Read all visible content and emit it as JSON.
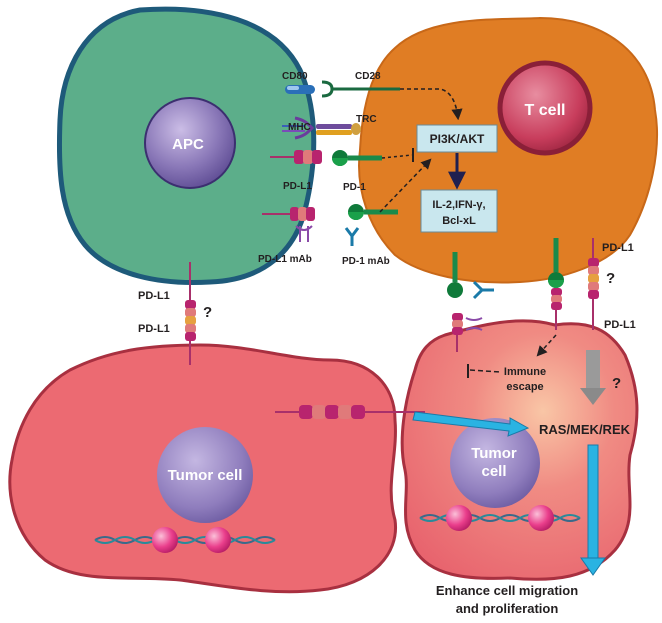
{
  "cells": {
    "apc": "APC",
    "t_cell": "T cell",
    "tumor_left": "Tumor cell",
    "tumor_right_line1": "Tumor",
    "tumor_right_line2": "cell"
  },
  "receptors": {
    "cd80": "CD80",
    "cd28": "CD28",
    "mhc": "MHC",
    "trc": "TRC",
    "pdl1_apc": "PD-L1",
    "pd1_t": "PD-1",
    "pdl1_mab": "PD-L1 mAb",
    "pd1_mab": "PD-1 mAb",
    "pdl1_top_right": "PD-L1",
    "pdl1_bottom_right": "PD-L1",
    "pdl1_left_top": "PD-L1",
    "pdl1_left_bottom": "PD-L1",
    "question_left": "?",
    "question_right": "?",
    "question_ras": "?"
  },
  "pathway": {
    "pi3k": "PI3K/AKT",
    "cytokines_line1": "IL-2,IFN-γ,",
    "cytokines_line2": "Bcl-xL",
    "immune_escape_line1": "Immune",
    "immune_escape_line2": "escape",
    "ras": "RAS/MEK/REK",
    "outcome_line1": "Enhance cell migration",
    "outcome_line2": "and proliferation"
  },
  "colors": {
    "apc_fill": "#5cae8a",
    "apc_border": "#1e5a7a",
    "apc_nucleus": "#7b6aa8",
    "tcell_fill": "#e07d24",
    "tcell_nucleus": "#c23a55",
    "tumor_fill": "#ec6a72",
    "tumor_border": "#a83040",
    "tumor_nucleus": "#8f79b8",
    "box_fill": "#c9e7ee",
    "arrow_blue": "#2ab3e2",
    "pd1_green": "#1a8a4a"
  }
}
